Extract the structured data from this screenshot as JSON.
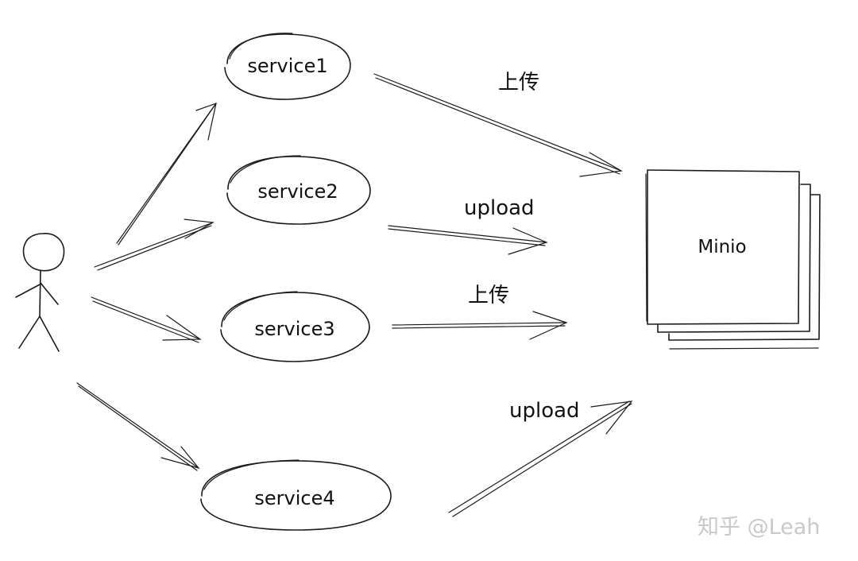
{
  "nodes": {
    "service1": "service1",
    "service2": "service2",
    "service3": "service3",
    "service4": "service4",
    "storage": "Minio"
  },
  "edge_labels": {
    "service1": "上传",
    "service2": "upload",
    "service3": "上传",
    "service4": "upload"
  },
  "watermark": "知乎 @Leah"
}
